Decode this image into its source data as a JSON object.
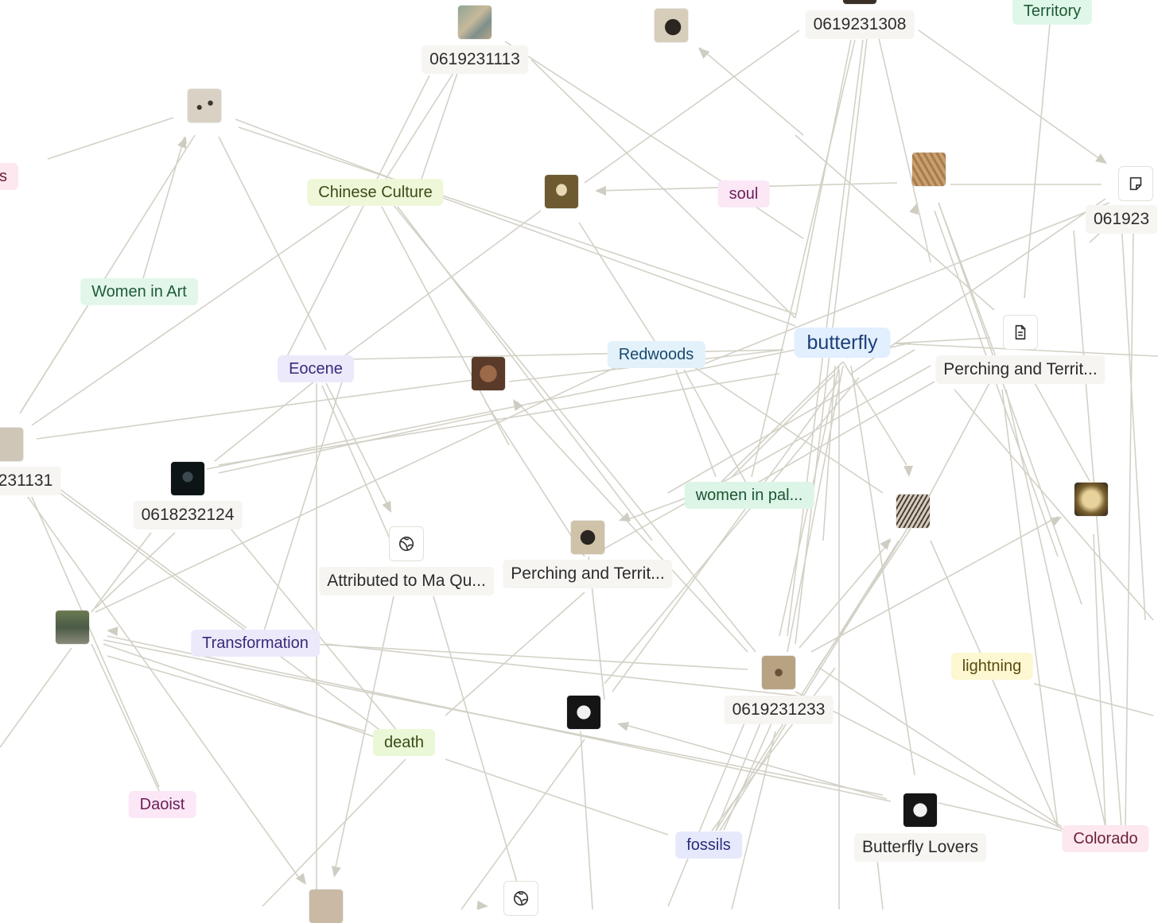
{
  "graph": {
    "tags": [
      {
        "text": "Territory",
        "bg": "#dff7e8",
        "fg": "#1d5a35"
      },
      {
        "text": "Chinese Culture",
        "bg": "#eef8d8",
        "fg": "#3b4a16"
      },
      {
        "text": "soul",
        "bg": "#fbe7f6",
        "fg": "#6a1f57"
      },
      {
        "text": "Women in Art",
        "bg": "#e2f7ea",
        "fg": "#1f5a38"
      },
      {
        "text": "Eocene",
        "bg": "#ece9fb",
        "fg": "#3a2a7a"
      },
      {
        "text": "Redwoods",
        "bg": "#e3f1fb",
        "fg": "#184a6e"
      },
      {
        "text": "butterfly",
        "bg": "#e2efff",
        "fg": "#1c3f7a"
      },
      {
        "text": "women in pal...",
        "bg": "#ddf5e6",
        "fg": "#1b5535"
      },
      {
        "text": "Transformation",
        "bg": "#ece9fb",
        "fg": "#3a2a7a"
      },
      {
        "text": "death",
        "bg": "#eaf8d7",
        "fg": "#3a4a16"
      },
      {
        "text": "lightning",
        "bg": "#fdf7d2",
        "fg": "#5a4a0e"
      },
      {
        "text": "Daoist",
        "bg": "#fbe7f6",
        "fg": "#6a1f57"
      },
      {
        "text": "fossils",
        "bg": "#e6e8fb",
        "fg": "#2a2f7a"
      },
      {
        "text": "Colorado",
        "bg": "#fde8ef",
        "fg": "#6a1f3a"
      },
      {
        "text": "s",
        "bg": "#fde8ef",
        "fg": "#6a1f3a"
      }
    ],
    "labels": [
      {
        "text": "0619231308"
      },
      {
        "text": "0619231113"
      },
      {
        "text": "061923"
      },
      {
        "text": "Perching and Territ..."
      },
      {
        "text": "231131"
      },
      {
        "text": "0618232124"
      },
      {
        "text": "Attributed to Ma Qu..."
      },
      {
        "text": "Perching and Territ..."
      },
      {
        "text": "0619231233"
      },
      {
        "text": "Butterfly Lovers"
      }
    ],
    "thumbs": [
      {
        "icon": "map-thumbnail"
      },
      {
        "icon": "bird-thumbnail"
      },
      {
        "icon": "birds-thumbnail"
      },
      {
        "icon": "portrait-thumbnail"
      },
      {
        "icon": "leaf-thumbnail"
      },
      {
        "icon": "seed-thumbnail"
      },
      {
        "icon": "bird-sketch-thumbnail"
      },
      {
        "icon": "dark-portrait-thumbnail"
      },
      {
        "icon": "bird-thumbnail"
      },
      {
        "icon": "fossil-leaf-thumbnail"
      },
      {
        "icon": "gold-leaf-thumbnail"
      },
      {
        "icon": "forest-thumbnail"
      },
      {
        "icon": "fossil-thumbnail"
      },
      {
        "icon": "dance-thumbnail"
      },
      {
        "icon": "dance-thumbnail"
      },
      {
        "icon": "rock-thumbnail"
      }
    ],
    "icons": [
      {
        "icon": "note-icon"
      },
      {
        "icon": "document-icon"
      },
      {
        "icon": "globe-icon"
      },
      {
        "icon": "globe-icon"
      }
    ]
  }
}
